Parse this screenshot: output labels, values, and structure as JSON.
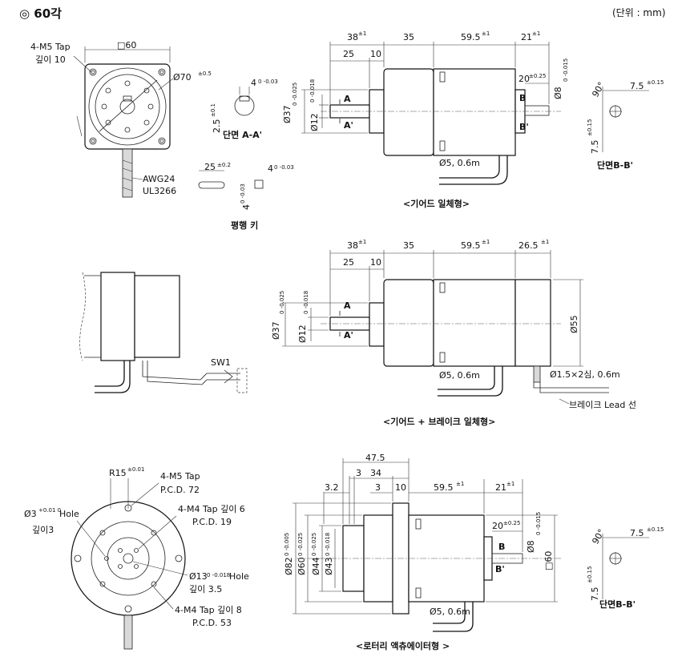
{
  "header": {
    "title": "◎ 60각",
    "unit": "(단위 : mm)"
  },
  "front_view": {
    "tap_label": "4-M5 Tap",
    "depth_label": "깊이 10",
    "square_label": "□60",
    "dia_label": "Ø70",
    "dia_tol": "±0.5",
    "cable1": "AWG24",
    "cable2": "UL3266"
  },
  "section_a": {
    "dim_top": "4",
    "dim_top_tol": "0 -0.03",
    "dim_side": "2.5",
    "dim_side_tol": "±0.1",
    "label": "단면 A-A'"
  },
  "key": {
    "len": "25",
    "len_tol": "±0.2",
    "w": "4",
    "w_tol": "0 -0.03",
    "h": "4",
    "h_tol": "0 -0.03",
    "label": "평행 키"
  },
  "geared": {
    "d38": "38",
    "d38_tol": "±1",
    "d35": "35",
    "d595": "59.5",
    "d595_tol": "±1",
    "d21": "21",
    "d21_tol": "±1",
    "d25": "25",
    "d10": "10",
    "d20": "20",
    "d20_tol": "±0.25",
    "d8": "Ø8",
    "d8_tol": "0 -0.015",
    "d37": "Ø37",
    "d37_tol": "0 -0.025",
    "d12": "Ø12",
    "d12_tol": "0 -0.018",
    "a": "A",
    "a2": "A'",
    "b": "B",
    "b2": "B'",
    "cable": "Ø5, 0.6m",
    "caption": "<기어드 일체형>"
  },
  "section_b1": {
    "d75": "7.5",
    "d75_tol": "±0.15",
    "d90": "90°",
    "d75v": "7.5",
    "d75v_tol": "±0.15",
    "label": "단면B-B'"
  },
  "brake": {
    "d38": "38",
    "d38_tol": "±1",
    "d35": "35",
    "d595": "59.5",
    "d595_tol": "±1",
    "d265": "26.5",
    "d265_tol": "±1",
    "d25": "25",
    "d10": "10",
    "d55": "Ø55",
    "d37": "Ø37",
    "d37_tol": "0 -0.025",
    "d12": "Ø12",
    "d12_tol": "0 -0.018",
    "a": "A",
    "a2": "A'",
    "cable": "Ø5, 0.6m",
    "lead": "Ø1.5×2심, 0.6m",
    "lead_label": "브레이크 Lead 선",
    "caption": "<기어드 + 브레이크 일체형>"
  },
  "side_view": {
    "sw": "SW1"
  },
  "rotary_front": {
    "r15": "R15",
    "r15_tol": "±0.01",
    "tap5": "4-M5 Tap",
    "pcd72": "P.C.D. 72",
    "tap4a": "4-M4 Tap 깊이 6",
    "pcd19": "P.C.D. 19",
    "hole3": "Ø3",
    "hole3_tol": "+0.01 0",
    "hole3b": "Hole",
    "depth3": "깊이3",
    "hole13": "Ø13",
    "hole13_tol": "0 -0.018",
    "hole13b": "Hole",
    "depth35": "깊이 3.5",
    "tap4b": "4-M4 Tap 깊이 8",
    "pcd53": "P.C.D. 53"
  },
  "rotary": {
    "d475": "47.5",
    "d32": "3.2",
    "d3a": "3",
    "d34": "34",
    "d3b": "3",
    "d10": "10",
    "d595": "59.5",
    "d595_tol": "±1",
    "d21": "21",
    "d21_tol": "±1",
    "d20": "20",
    "d20_tol": "±0.25",
    "d8": "Ø8",
    "d8_tol": "0 -0.015",
    "d82": "Ø82",
    "d82_tol": "0 -0.005",
    "d60": "Ø60",
    "d60_tol": "0 -0.025",
    "d44": "Ø44",
    "d44_tol": "0 -0.025",
    "d43": "Ø43",
    "d43_tol": "0 -0.018",
    "sq60": "□60",
    "b": "B",
    "b2": "B'",
    "cable": "Ø5, 0.6m",
    "caption": "<로터리 액츄에이터형 >"
  },
  "section_b2": {
    "d75": "7.5",
    "d75_tol": "±0.15",
    "d90": "90°",
    "d75v": "7.5",
    "d75v_tol": "±0.15",
    "label": "단면B-B'"
  }
}
